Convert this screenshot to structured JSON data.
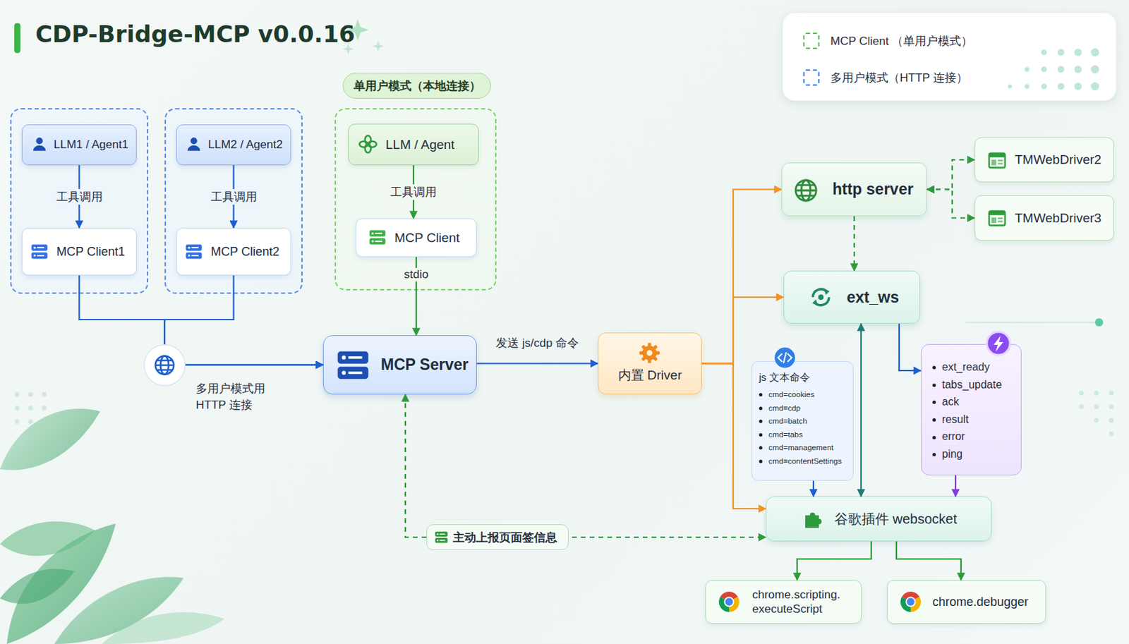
{
  "diagram": {
    "title": "CDP-Bridge-MCP v0.0.16",
    "nodes": [
      {
        "text": []
      },
      {
        "text": [
          "LLM1 / Agent1"
        ],
        "in": 0
      },
      {
        "text": [
          "MCP Client1"
        ],
        "in": 0
      },
      {
        "text": []
      },
      {
        "text": [
          "LLM2 / Agent2"
        ],
        "in": 3
      },
      {
        "text": [
          "MCP Client2"
        ],
        "in": 3
      },
      {
        "text": [
          "单用户模式（本地连接）"
        ]
      },
      {
        "text": [
          "LLM / Agent"
        ],
        "in": 6
      },
      {
        "text": [
          "MCP Client"
        ],
        "in": 6
      },
      {
        "text": [
          "MCP Server"
        ]
      },
      {
        "text": [
          "内置 Driver"
        ]
      },
      {
        "text": [
          "http server"
        ]
      },
      {
        "text": [
          "TMWebDriver2"
        ]
      },
      {
        "text": [
          "TMWebDriver3"
        ]
      },
      {
        "text": [
          "ext_ws"
        ]
      },
      {
        "text": [
          "js 文本命令",
          "cmd=cookies",
          "cmd=cdp",
          "cmd=batch",
          "cmd=tabs",
          "cmd=management",
          "cmd=contentSettings"
        ]
      },
      {
        "text": [
          "ext_ready",
          "tabs_update",
          "ack",
          "result",
          "error",
          "ping"
        ]
      },
      {
        "text": [
          "谷歌插件 websocket"
        ]
      },
      {
        "text": [
          "chrome.scripting. executeScript"
        ]
      },
      {
        "text": [
          "chrome.debugger"
        ]
      }
    ],
    "edges": [
      {
        "from": 1,
        "to": 2,
        "arrow": "to",
        "label": "工具调用"
      },
      {
        "from": 4,
        "to": 5,
        "arrow": "to",
        "label": "工具调用"
      },
      {
        "from": 7,
        "to": 8,
        "arrow": "to",
        "label": "工具调用"
      },
      {
        "from": 2,
        "to": 9,
        "arrow": "to",
        "label": "多用户模式用 HTTP 连接"
      },
      {
        "from": 5,
        "to": 9,
        "arrow": "to"
      },
      {
        "from": 8,
        "to": 9,
        "arrow": "to",
        "label": "stdio"
      },
      {
        "from": 9,
        "to": 10,
        "arrow": "to",
        "label": "发送 js/cdp 命令"
      },
      {
        "from": 10,
        "to": 11,
        "arrow": "to"
      },
      {
        "from": 10,
        "to": 14,
        "arrow": "to"
      },
      {
        "from": 10,
        "to": 17,
        "arrow": "to"
      },
      {
        "from": 11,
        "to": 12,
        "arrow": "both"
      },
      {
        "from": 11,
        "to": 13,
        "arrow": "both"
      },
      {
        "from": 11,
        "to": 14,
        "arrow": "to"
      },
      {
        "from": 14,
        "to": 16,
        "arrow": "to"
      },
      {
        "from": 15,
        "to": 17,
        "arrow": "to"
      },
      {
        "from": 17,
        "to": 14,
        "arrow": "both"
      },
      {
        "from": 16,
        "to": 17,
        "arrow": "to"
      },
      {
        "from": 17,
        "to": 18,
        "arrow": "to"
      },
      {
        "from": 17,
        "to": 19,
        "arrow": "to"
      },
      {
        "from": 9,
        "to": 17,
        "arrow": "both",
        "label": "主动上报页面签信息"
      }
    ],
    "legend": [
      {
        "text": "MCP Client （单用户模式）"
      },
      {
        "text": "多用户模式（HTTP 连接）"
      }
    ]
  }
}
